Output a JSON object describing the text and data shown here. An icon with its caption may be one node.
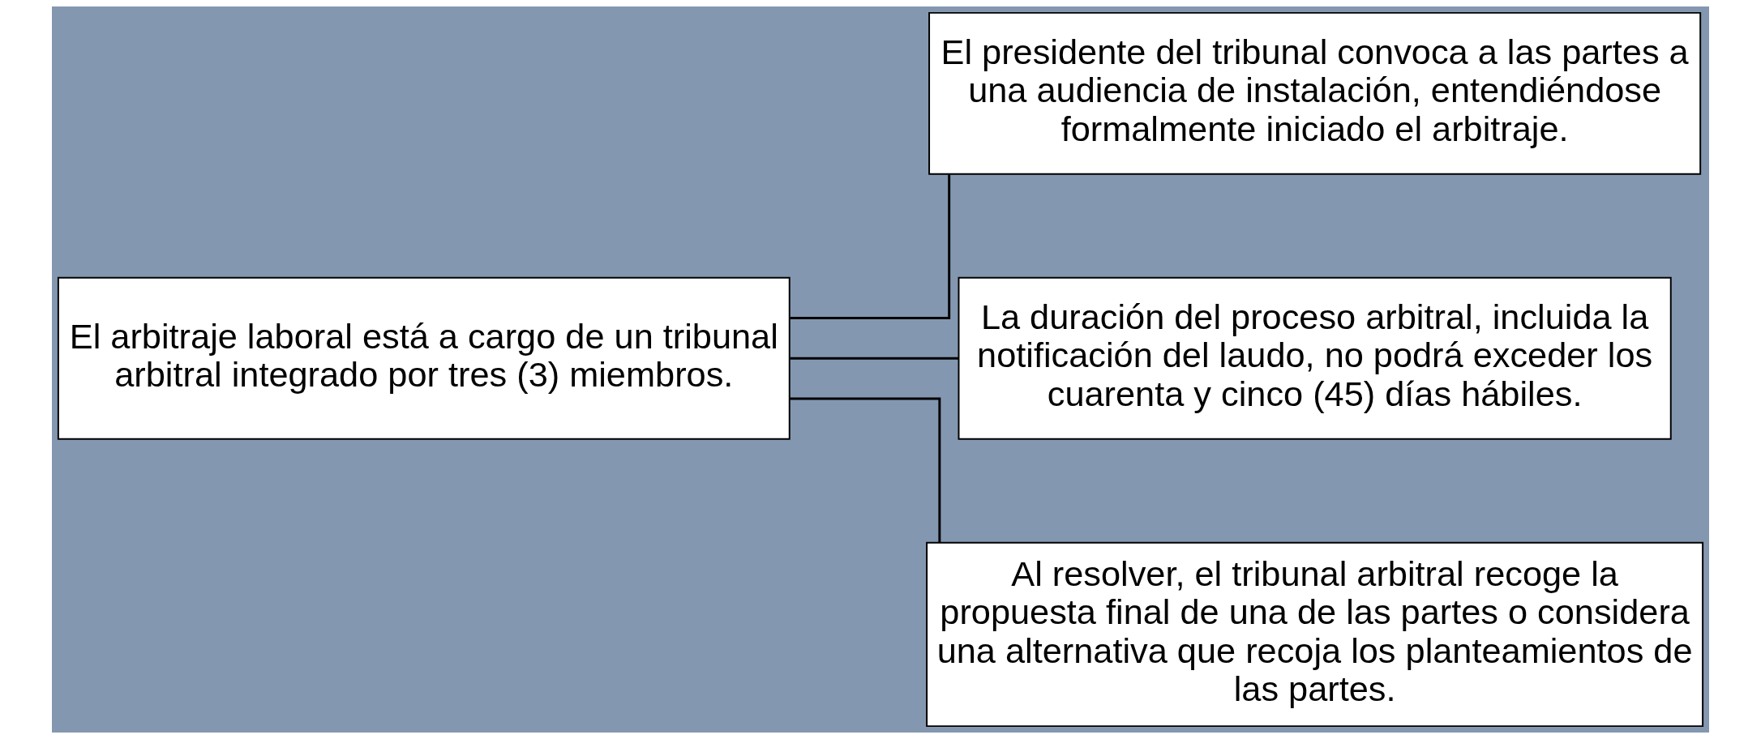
{
  "diagram": {
    "nodes": [
      {
        "text": [
          "El arbitraje laboral está a cargo de un tribunal arbitral integrado por tres (3) miembros."
        ]
      },
      {
        "text": [
          "El presidente del tribunal convoca a las partes a una audiencia de instalación, entendiéndose formalmente iniciado el arbitraje."
        ]
      },
      {
        "text": [
          "La duración del proceso arbitral, incluida la notificación del laudo, no podrá exceder los cuarenta y cinco (45) días hábiles."
        ]
      },
      {
        "text": [
          "Al resolver, el tribunal arbitral recoge la propuesta final de una de las partes o considera una alternativa que recoja los planteamientos de las partes."
        ]
      }
    ],
    "edges": [
      {
        "from": 0,
        "to": 1,
        "arrow": "none"
      },
      {
        "from": 0,
        "to": 2,
        "arrow": "none"
      },
      {
        "from": 0,
        "to": 3,
        "arrow": "none"
      }
    ]
  }
}
